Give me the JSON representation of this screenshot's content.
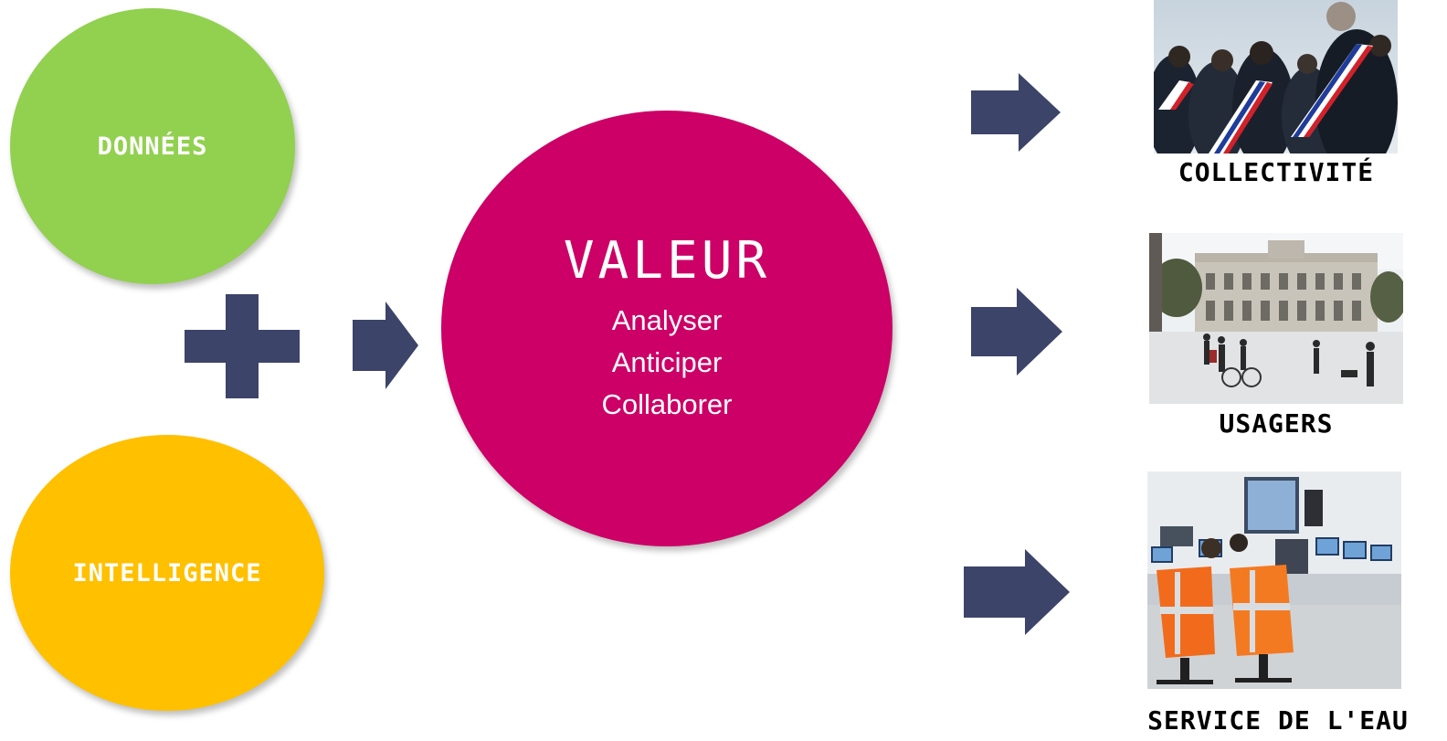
{
  "colors": {
    "donnees": "#92d050",
    "intelligence": "#ffc000",
    "valeur": "#cc0066",
    "arrow": "#3d4469",
    "text_light": "#ffffff",
    "text_dark": "#000000"
  },
  "inputs": {
    "donnees_label": "DONNÉES",
    "intelligence_label": "INTELLIGENCE"
  },
  "operator_icon": "plus-icon",
  "center": {
    "title": "VALEUR",
    "verbs": [
      "Analyser",
      "Anticiper",
      "Collaborer"
    ]
  },
  "arrow_icon": "right-arrow-icon",
  "outputs": [
    {
      "label": "COLLECTIVITÉ",
      "image": "elected-officials-with-sashes-photo"
    },
    {
      "label": "USAGERS",
      "image": "city-square-pedestrians-photo"
    },
    {
      "label": "SERVICE DE L'EAU",
      "image": "water-control-room-operators-photo"
    }
  ]
}
